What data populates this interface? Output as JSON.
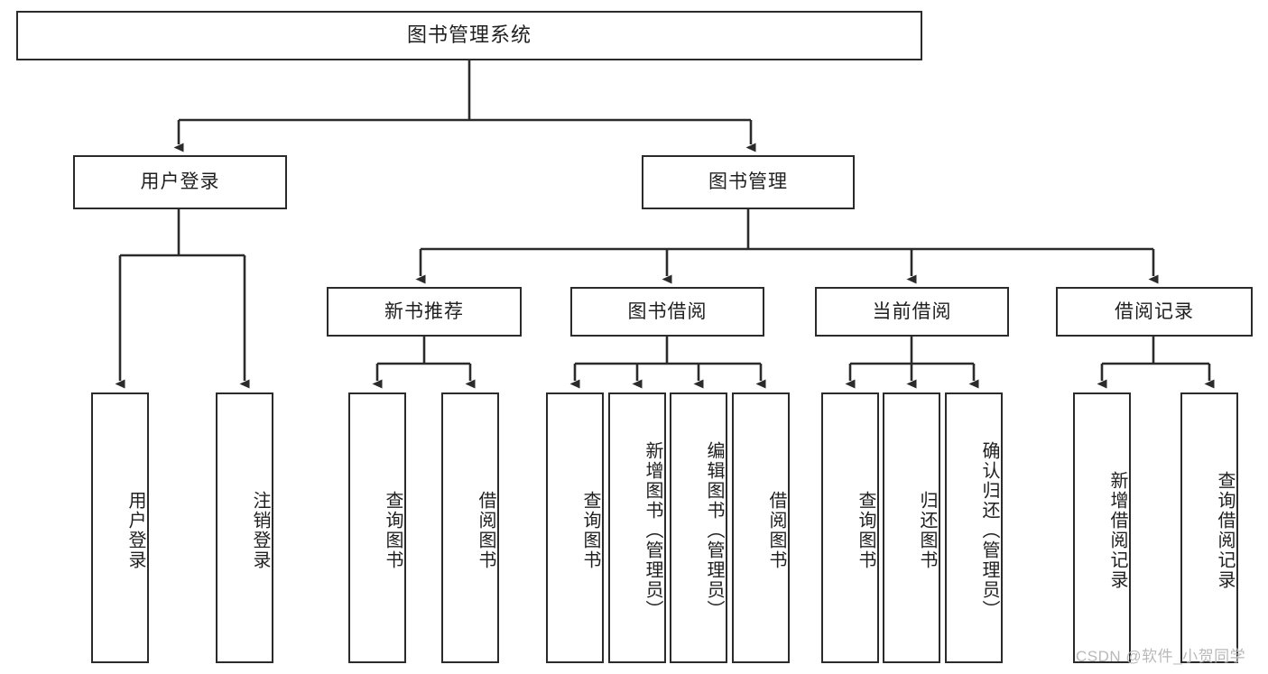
{
  "diagram": {
    "type": "tree-hierarchy-functional-decomposition",
    "title": "图书管理系统",
    "watermark": "CSDN @软件_小贺同学",
    "colors": {
      "stroke": "#2b2b2b",
      "fill": "#ffffff",
      "text": "#1f1f1f",
      "watermark": "#b9b9b9"
    },
    "levels": [
      {
        "level": 0,
        "nodes": [
          {
            "id": "root",
            "label": "图书管理系统",
            "orientation": "horizontal"
          }
        ]
      },
      {
        "level": 1,
        "nodes": [
          {
            "id": "login",
            "label": "用户登录",
            "orientation": "horizontal",
            "parent": "root"
          },
          {
            "id": "bookmgmt",
            "label": "图书管理",
            "orientation": "horizontal",
            "parent": "root"
          }
        ]
      },
      {
        "level": 2,
        "nodes": [
          {
            "id": "newbook",
            "label": "新书推荐",
            "orientation": "horizontal",
            "parent": "bookmgmt"
          },
          {
            "id": "borrow",
            "label": "图书借阅",
            "orientation": "horizontal",
            "parent": "bookmgmt"
          },
          {
            "id": "current",
            "label": "当前借阅",
            "orientation": "horizontal",
            "parent": "bookmgmt"
          },
          {
            "id": "records",
            "label": "借阅记录",
            "orientation": "horizontal",
            "parent": "bookmgmt"
          }
        ]
      },
      {
        "level": 3,
        "nodes": [
          {
            "id": "leaf1",
            "label": "用户登录",
            "orientation": "vertical",
            "parent": "login"
          },
          {
            "id": "leaf2",
            "label": "注销登录",
            "orientation": "vertical",
            "parent": "login"
          },
          {
            "id": "leaf3",
            "label": "查询图书",
            "orientation": "vertical",
            "parent": "newbook"
          },
          {
            "id": "leaf4",
            "label": "借阅图书",
            "orientation": "vertical",
            "parent": "newbook"
          },
          {
            "id": "leaf5",
            "label": "查询图书",
            "orientation": "vertical",
            "parent": "borrow"
          },
          {
            "id": "leaf6",
            "label": "新增图书（管理员）",
            "orientation": "vertical",
            "parent": "borrow"
          },
          {
            "id": "leaf7",
            "label": "编辑图书（管理员）",
            "orientation": "vertical",
            "parent": "borrow"
          },
          {
            "id": "leaf8",
            "label": "借阅图书",
            "orientation": "vertical",
            "parent": "borrow"
          },
          {
            "id": "leaf9",
            "label": "查询图书",
            "orientation": "vertical",
            "parent": "current"
          },
          {
            "id": "leaf10",
            "label": "归还图书",
            "orientation": "vertical",
            "parent": "current"
          },
          {
            "id": "leaf11",
            "label": "确认归还（管理员）",
            "orientation": "vertical",
            "parent": "current"
          },
          {
            "id": "leaf12",
            "label": "新增借阅记录",
            "orientation": "vertical",
            "parent": "records"
          },
          {
            "id": "leaf13",
            "label": "查询借阅记录",
            "orientation": "vertical",
            "parent": "records"
          }
        ]
      }
    ]
  }
}
